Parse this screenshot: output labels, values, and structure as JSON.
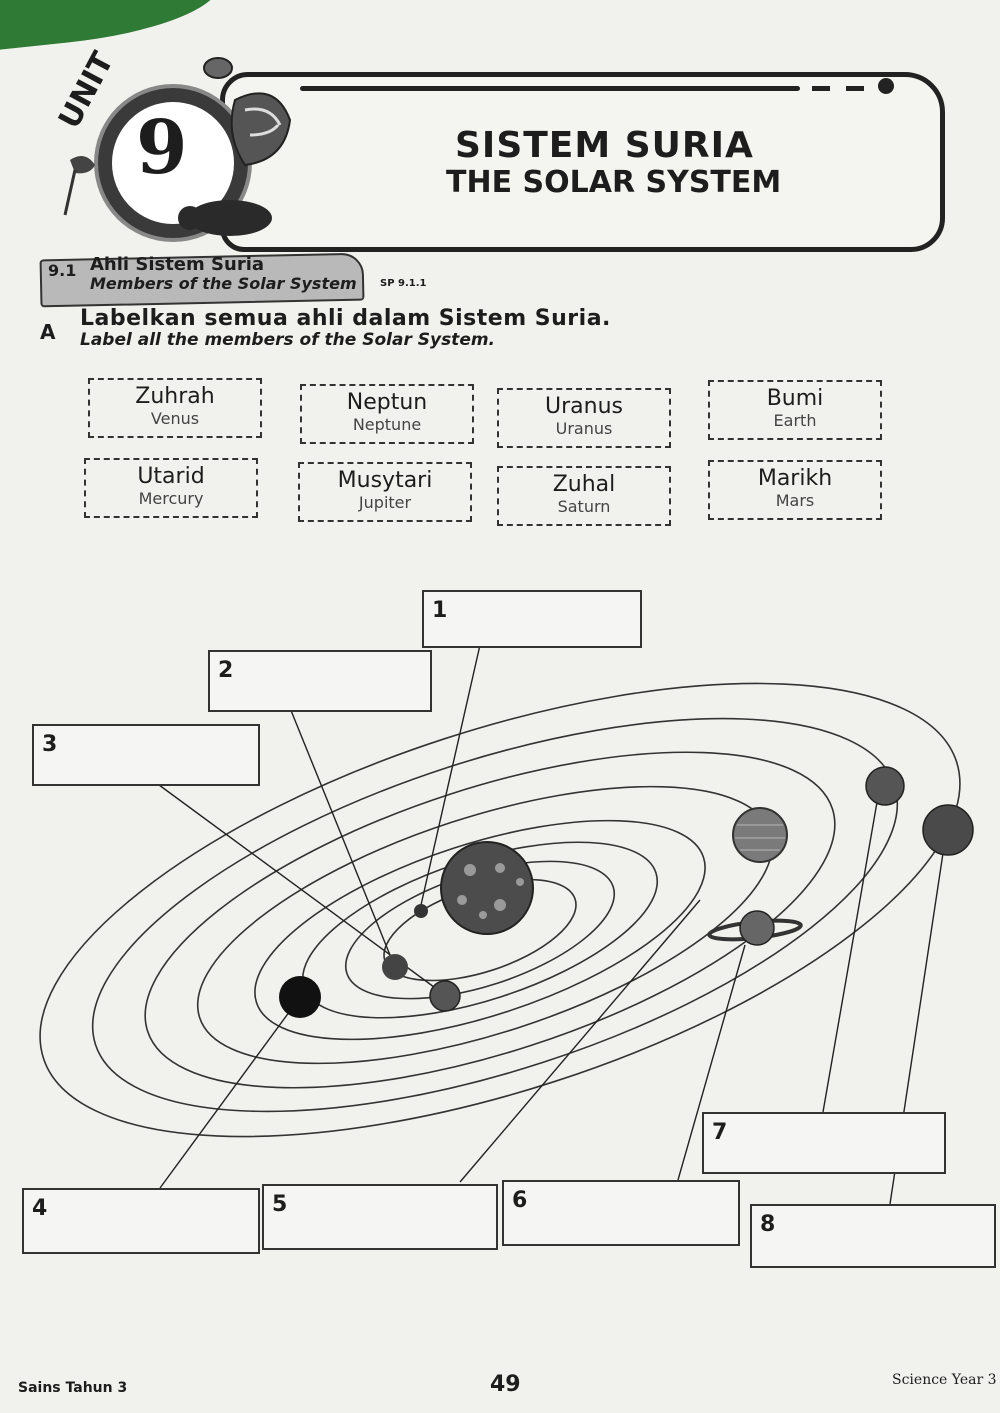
{
  "unit": {
    "label": "UNIT",
    "number": "9"
  },
  "title": {
    "malay": "SISTEM SURIA",
    "english": "THE SOLAR SYSTEM"
  },
  "section": {
    "number": "9.1",
    "malay": "Ahli Sistem Suria",
    "english": "Members of the Solar System",
    "code": "SP 9.1.1"
  },
  "instruction": {
    "letter": "A",
    "malay": "Labelkan semua ahli dalam Sistem Suria.",
    "english": "Label all the members of the Solar System."
  },
  "word_bank": [
    {
      "malay": "Zuhrah",
      "english": "Venus"
    },
    {
      "malay": "Neptun",
      "english": "Neptune"
    },
    {
      "malay": "Uranus",
      "english": "Uranus"
    },
    {
      "malay": "Bumi",
      "english": "Earth"
    },
    {
      "malay": "Utarid",
      "english": "Mercury"
    },
    {
      "malay": "Musytari",
      "english": "Jupiter"
    },
    {
      "malay": "Zuhal",
      "english": "Saturn"
    },
    {
      "malay": "Marikh",
      "english": "Mars"
    }
  ],
  "answer_boxes": [
    "1",
    "2",
    "3",
    "4",
    "5",
    "6",
    "7",
    "8"
  ],
  "footer": {
    "left": "Sains Tahun 3",
    "page": "49",
    "right": "Science Year 3"
  }
}
